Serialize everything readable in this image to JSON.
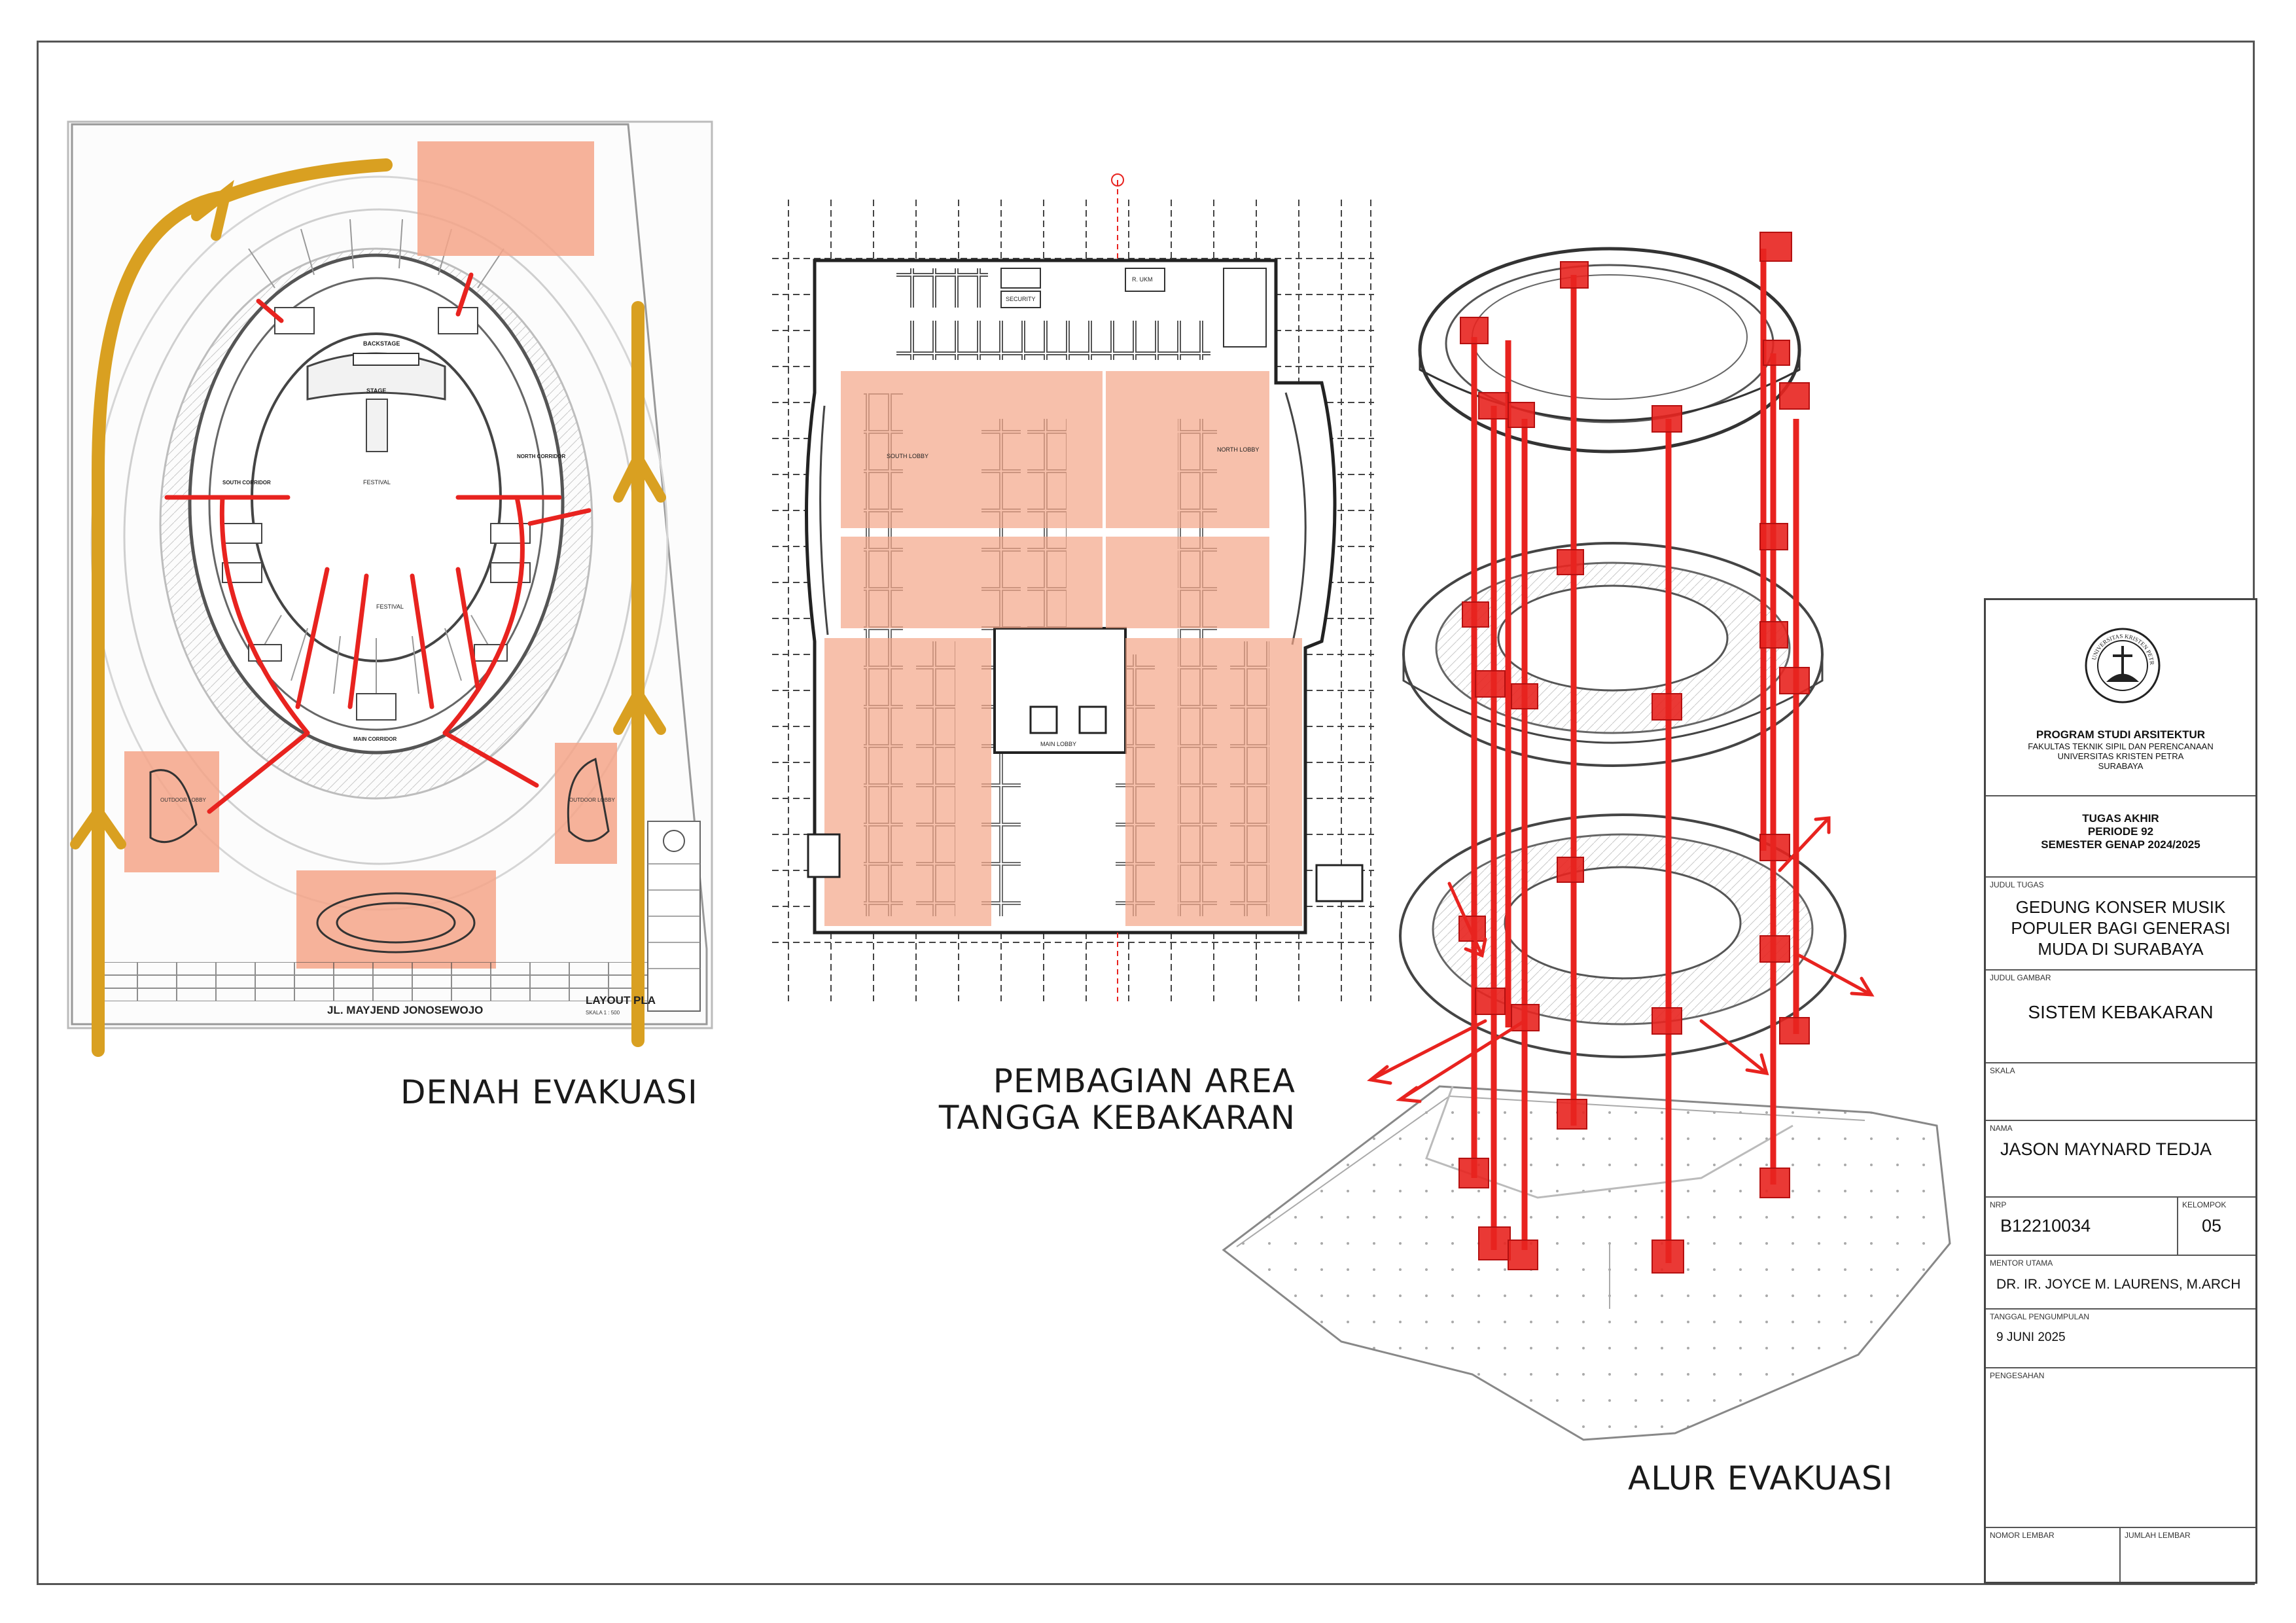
{
  "captions": {
    "left": "DENAH EVAKUASI",
    "middle_line1": "PEMBAGIAN AREA",
    "middle_line2": "TANGGA KEBAKARAN",
    "right": "ALUR EVAKUASI"
  },
  "plan_labels": {
    "street": "JL. MAYJEND JONOSEWOJO",
    "layout_plan": "LAYOUT PLA",
    "scale_note": "SKALA 1 : 500",
    "stage": "STAGE",
    "backstage": "BACKSTAGE",
    "festival": "FESTIVAL",
    "main_corridor": "MAIN CORRIDOR",
    "north_corridor": "NORTH CORRIDOR",
    "south_corridor": "SOUTH CORRIDOR",
    "outdoor_lobby": "OUTDOOR LOBBY",
    "main_lobby": "MAIN LOBBY",
    "north_lobby": "NORTH LOBBY",
    "south_lobby": "SOUTH LOBBY",
    "security": "SECURITY",
    "r_ukm": "R. UKM"
  },
  "colors": {
    "evac_path": "#d9a021",
    "fire_red": "#e8231f",
    "zone_fill": "#f4a588",
    "linework": "#7a7a7a"
  },
  "title_block": {
    "logo_text": "UNIVERSITAS KRISTEN PETRA",
    "program": "PROGRAM STUDI ARSITEKTUR",
    "faculty": "FAKULTAS TEKNIK SIPIL DAN PERENCANAAN",
    "university": "UNIVERSITAS KRISTEN PETRA",
    "city": "SURABAYA",
    "tugas_line1": "TUGAS AKHIR",
    "tugas_line2": "PERIODE 92",
    "tugas_line3": "SEMESTER GENAP 2024/2025",
    "judul_tugas_label": "JUDUL TUGAS",
    "judul_tugas_line1": "GEDUNG KONSER MUSIK",
    "judul_tugas_line2": "POPULER BAGI GENERASI",
    "judul_tugas_line3": "MUDA DI SURABAYA",
    "judul_gambar_label": "JUDUL GAMBAR",
    "judul_gambar": "SISTEM KEBAKARAN",
    "skala_label": "SKALA",
    "nama_label": "NAMA",
    "nama": "JASON MAYNARD TEDJA",
    "nrp_label": "NRP",
    "nrp": "B12210034",
    "kelompok_label": "KELOMPOK",
    "kelompok": "05",
    "mentor_label": "MENTOR UTAMA",
    "mentor": "DR. IR. JOYCE M. LAURENS, M.ARCH",
    "tanggal_label": "TANGGAL PENGUMPULAN",
    "tanggal": "9 JUNI 2025",
    "pengesahan_label": "PENGESAHAN",
    "nomor_lembar_label": "NOMOR LEMBAR",
    "jumlah_lembar_label": "JUMLAH LEMBAR"
  }
}
